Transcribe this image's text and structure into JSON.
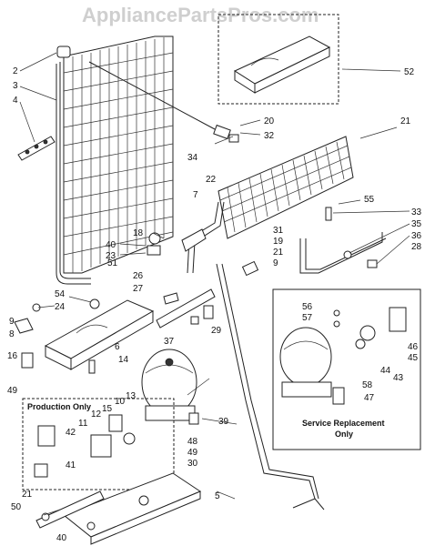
{
  "watermark": "AppliancePartsPros.com",
  "labels": {
    "l2": "2",
    "l3": "3",
    "l4": "4",
    "l8": "8",
    "l52": "52",
    "l21a": "21",
    "l20": "20",
    "l32": "32",
    "l34": "34",
    "l22": "22",
    "l7": "7",
    "l55": "55",
    "l33": "33",
    "l35": "35",
    "l36": "36",
    "l28": "28",
    "l18": "18",
    "l40a": "40",
    "l23": "23",
    "l31": "31",
    "l19": "19",
    "l21b": "21",
    "l9b": "9",
    "l51": "51",
    "l26": "26",
    "l27": "27",
    "l54": "54",
    "l24": "24",
    "l9": "9",
    "l6": "6",
    "l14": "14",
    "l37": "37",
    "l29": "29",
    "l16": "16",
    "l49a": "49",
    "l56": "56",
    "l57": "57",
    "l46": "46",
    "l45": "45",
    "l44": "44",
    "l43": "43",
    "l58": "58",
    "l47": "47",
    "l42": "42",
    "l11": "11",
    "l12": "12",
    "l15": "15",
    "l10": "10",
    "l13": "13",
    "l39": "39",
    "l48": "48",
    "l49b": "49",
    "l30": "30",
    "l41": "41",
    "l5": "5",
    "l21c": "21",
    "l50": "50",
    "l40b": "40"
  },
  "production_box": {
    "title": "Production Only"
  },
  "service_box": {
    "title_line1": "Service Replacement",
    "title_line2": "Only"
  }
}
